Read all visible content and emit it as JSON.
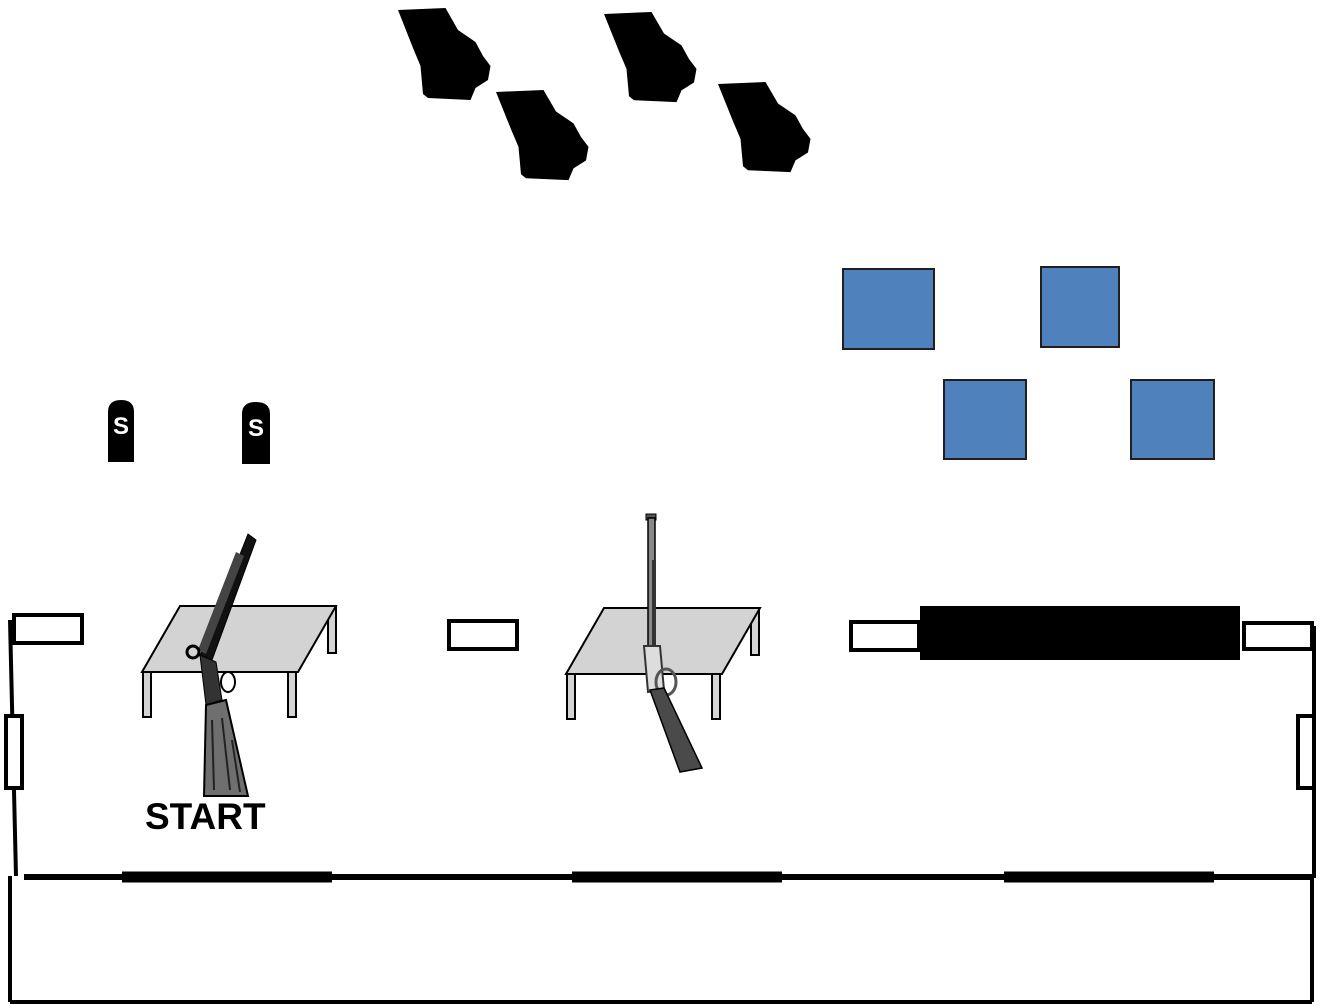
{
  "start_label": "START",
  "shotgun_target_letter": "S",
  "colors": {
    "ink": "#000000",
    "table_top": "#d3d3d3",
    "steel_square_fill": "#4f81bd",
    "steel_square_stroke": "#1f1f1f",
    "stock_gray": "#6f6f6f"
  },
  "icons": {
    "state_target": "georgia-silhouette-icon",
    "shotgun_knockdown": "shotgun-knockdown-target-icon",
    "long_gun": "rifle-icon",
    "double_barrel": "shotgun-icon"
  },
  "counts": {
    "state_targets": 4,
    "steel_squares": 4,
    "shotgun_targets": 2,
    "tables": 2
  }
}
